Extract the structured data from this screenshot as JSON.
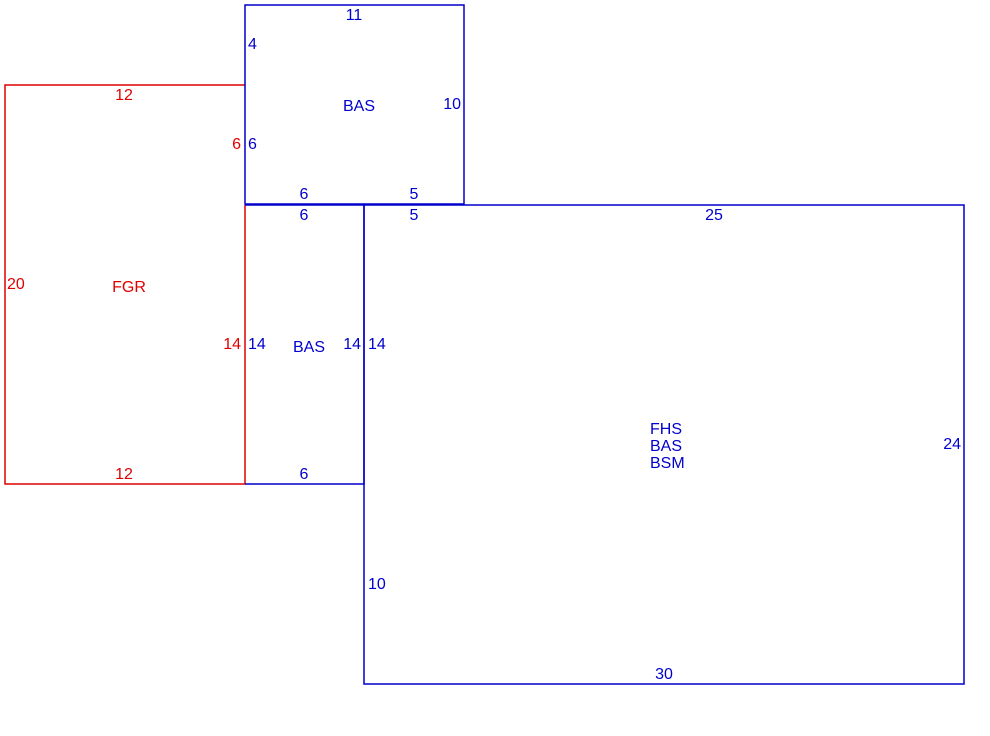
{
  "colors": {
    "garage": "#e00000",
    "living": "#0000cc",
    "background": "#ffffff"
  },
  "areas": {
    "fgr": {
      "code": "FGR"
    },
    "bas_upper": {
      "code": "BAS"
    },
    "bas_middle": {
      "code": "BAS"
    },
    "main": {
      "codes": [
        "FHS",
        "BAS",
        "BSM"
      ]
    }
  },
  "dimensions": {
    "fgr_top": "12",
    "fgr_bottom": "12",
    "fgr_left": "20",
    "fgr_right_upper": "6",
    "fgr_right_lower": "14",
    "bas_upper_top": "11",
    "bas_upper_left_top": "4",
    "bas_upper_left_bottom": "6",
    "bas_upper_right": "10",
    "bas_upper_bottom_left": "6",
    "bas_upper_bottom_right": "5",
    "bas_middle_top": "6",
    "bas_middle_bottom": "6",
    "bas_middle_left": "14",
    "bas_middle_right": "14",
    "main_top_left": "5",
    "main_top": "25",
    "main_left_upper": "14",
    "main_left_lower": "10",
    "main_right": "24",
    "main_bottom": "30"
  }
}
